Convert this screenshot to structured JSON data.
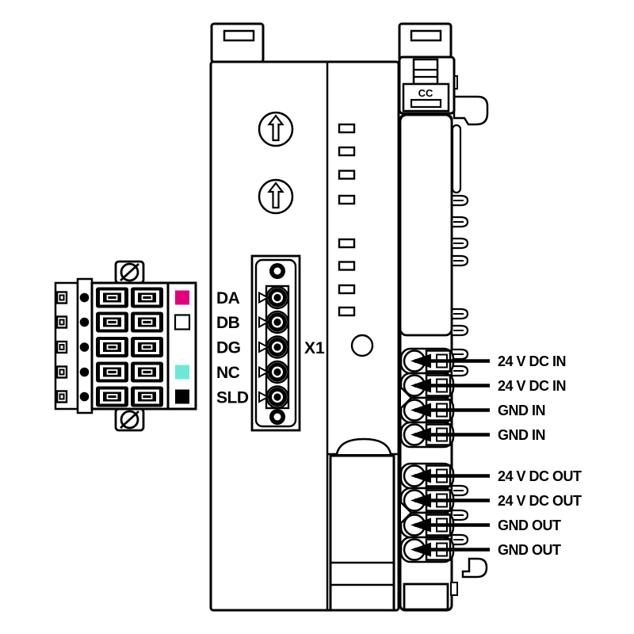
{
  "plug": {
    "pin_rows": [
      {
        "label": "DA",
        "swatch": "#e2007d",
        "swatch_stroke": "none"
      },
      {
        "label": "DB",
        "swatch": "#ffffff",
        "swatch_stroke": "#000000"
      },
      {
        "label": "DG"
      },
      {
        "label": "NC",
        "swatch": "#6de8d8",
        "swatch_stroke": "none"
      },
      {
        "label": "SLD",
        "swatch": "#000000",
        "swatch_stroke": "none"
      }
    ]
  },
  "module": {
    "connector_label": "X1",
    "latch_label": "CC",
    "led_count": 8
  },
  "terminals": {
    "in": [
      "24 V DC IN",
      "24 V DC IN",
      "GND IN",
      "GND IN"
    ],
    "out": [
      "24 V DC OUT",
      "24 V DC OUT",
      "GND OUT",
      "GND OUT"
    ]
  },
  "colors": {
    "line": "#000000",
    "background": "#ffffff"
  }
}
